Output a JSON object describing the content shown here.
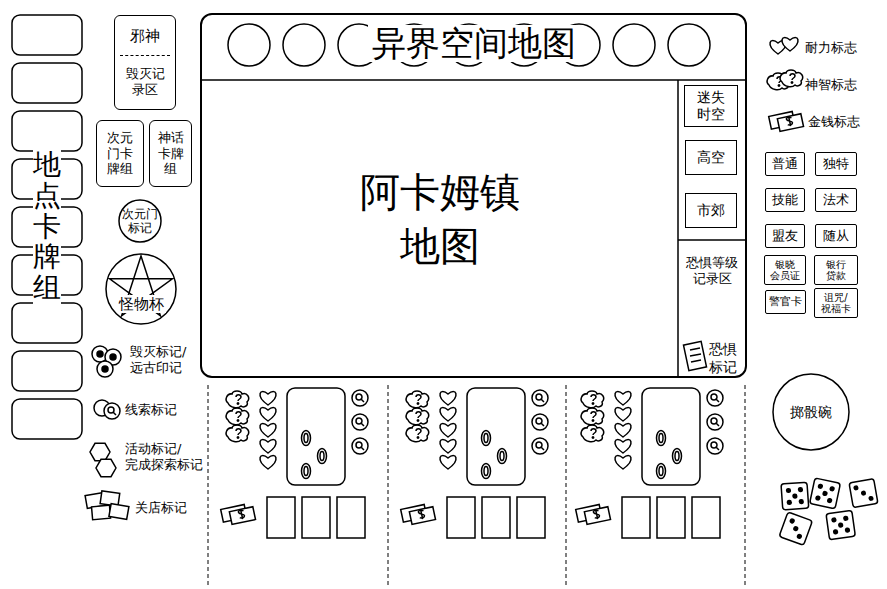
{
  "diagram": {
    "nodes": [
      {
        "text": [
          "邪神",
          "毁灭记 录区"
        ]
      },
      {
        "text": [
          "次元 门卡 牌组"
        ]
      },
      {
        "text": [
          "神话 卡牌 组"
        ]
      },
      {
        "text": [
          "次元门 标记"
        ]
      },
      {
        "text": [
          "怪物杯"
        ]
      },
      {
        "text": [
          "异界空间地图"
        ]
      },
      {
        "text": [
          "阿卡姆镇 地图"
        ],
        "in": 5
      },
      {
        "text": [
          "迷失 时空"
        ],
        "in": 5
      },
      {
        "text": [
          "高空"
        ],
        "in": 5
      },
      {
        "text": [
          "市郊"
        ],
        "in": 5
      },
      {
        "text": [
          "恐惧等级 记录区"
        ],
        "in": 5
      },
      {
        "text": [
          "普通"
        ]
      },
      {
        "text": [
          "独特"
        ]
      },
      {
        "text": [
          "技能"
        ]
      },
      {
        "text": [
          "法术"
        ]
      },
      {
        "text": [
          "盟友"
        ]
      },
      {
        "text": [
          "随从"
        ]
      },
      {
        "text": [
          "银晓 会员证"
        ]
      },
      {
        "text": [
          "银行 贷款"
        ]
      },
      {
        "text": [
          "警官卡"
        ]
      },
      {
        "text": [
          "诅咒/ 祝福卡"
        ]
      },
      {
        "text": [
          "掷骰碗"
        ]
      }
    ],
    "labels": [
      "地点卡牌组",
      "毁灭标记/ 远古印记",
      "线索标记",
      "活动标记/ 完成探索标记",
      "关店标记",
      "恐惧 标记"
    ],
    "legend": [
      {
        "text": "耐力标志"
      },
      {
        "text": "神智标志"
      },
      {
        "text": "金钱标志"
      }
    ]
  }
}
